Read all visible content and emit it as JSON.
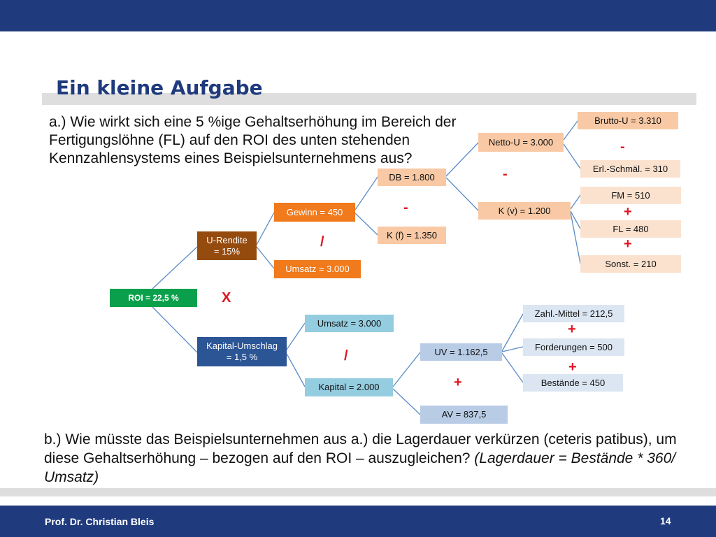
{
  "slide": {
    "title": "Ein kleine Aufgabe",
    "question_a": "a.) Wie wirkt sich eine 5 %ige Gehaltserhöhung im Bereich der Fertigungslöhne (FL) auf den ROI des unten stehenden Kennzahlensystems eines Beispielsunternehmens aus?",
    "question_b_text": "b.) Wie müsste das Beispielsunternehmen aus a.) die Lagerdauer verkürzen (ceteris patibus), um diese Gehaltserhöhung – bezogen auf den ROI – auszugleichen? ",
    "question_b_formula": "(Lagerdauer = Bestände * 360/ Umsatz)",
    "author": "Prof. Dr. Christian Bleis",
    "page_number": "14"
  },
  "tree": {
    "roi": "ROI = 22,5 %",
    "u_rendite_1": "U-Rendite",
    "u_rendite_2": "= 15%",
    "gewinn": "Gewinn = 450",
    "umsatz_top": "Umsatz = 3.000",
    "db": "DB = 1.800",
    "k_f": "K (f) = 1.350",
    "netto_u": "Netto-U = 3.000",
    "k_v": "K (v) = 1.200",
    "brutto_u": "Brutto-U = 3.310",
    "erl_schmael": "Erl.-Schmäl. = 310",
    "fm": "FM = 510",
    "fl": "FL = 480",
    "sonst": "Sonst. = 210",
    "kapital_umschlag_1": "Kapital-Umschlag",
    "kapital_umschlag_2": "= 1,5 %",
    "umsatz_bottom": "Umsatz = 3.000",
    "kapital": "Kapital = 2.000",
    "uv": "UV = 1.162,5",
    "av": "AV = 837,5",
    "zahl_mittel": "Zahl.-Mittel = 212,5",
    "forderungen": "Forderungen = 500",
    "bestaende": "Bestände = 450"
  },
  "operators": {
    "multiply": "X",
    "divide_top": "/",
    "minus_db": "-",
    "minus_netto": "-",
    "minus_brutto": "-",
    "plus_fm": "+",
    "plus_fl": "+",
    "divide_bottom": "/",
    "plus_kapital": "+",
    "plus_zahl": "+",
    "plus_ford": "+"
  },
  "colors": {
    "header_navy": "#1f3b7d",
    "line_blue": "#5b8cc7",
    "operator_red": "#e0141e",
    "roi_green": "#0aa04b"
  }
}
